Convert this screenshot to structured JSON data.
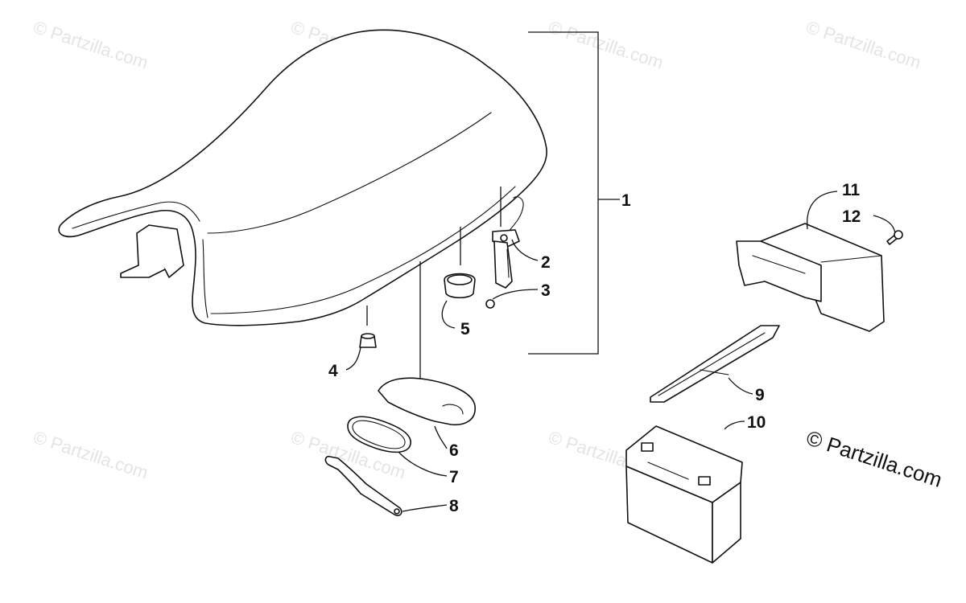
{
  "diagram": {
    "copyright": "© Partzilla.com",
    "watermark_text": "© Partzilla.com",
    "callouts": [
      {
        "id": "1",
        "text": "1"
      },
      {
        "id": "2",
        "text": "2"
      },
      {
        "id": "3",
        "text": "3"
      },
      {
        "id": "4",
        "text": "4"
      },
      {
        "id": "5",
        "text": "5"
      },
      {
        "id": "6",
        "text": "6"
      },
      {
        "id": "7",
        "text": "7"
      },
      {
        "id": "8",
        "text": "8"
      },
      {
        "id": "9",
        "text": "9"
      },
      {
        "id": "10",
        "text": "10"
      },
      {
        "id": "11",
        "text": "11"
      },
      {
        "id": "12",
        "text": "12"
      }
    ]
  }
}
